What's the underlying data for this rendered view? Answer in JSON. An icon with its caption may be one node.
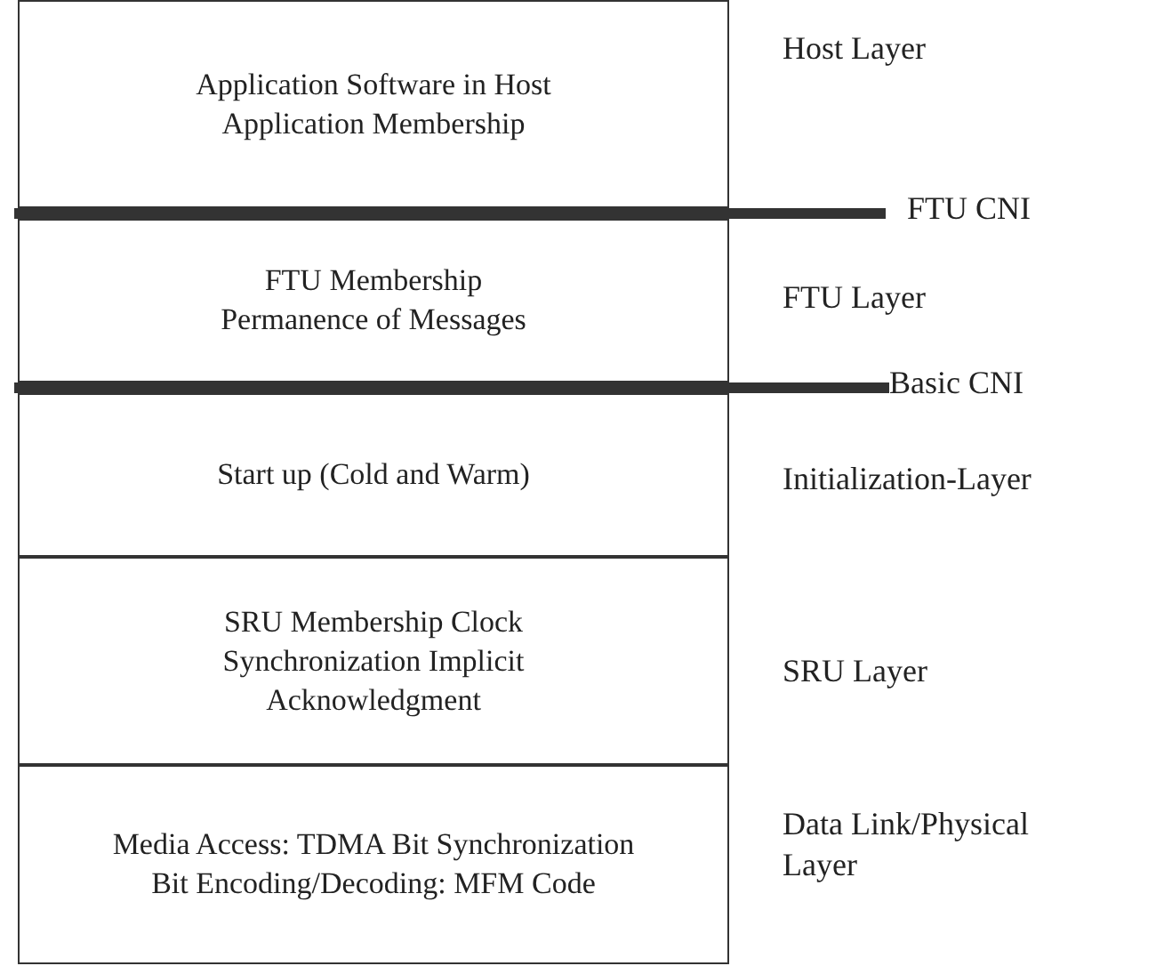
{
  "diagram": {
    "nodes": [
      {
        "text": [
          "Application Software in Host Application Membership"
        ],
        "beside": [
          "Host Layer"
        ]
      },
      {
        "text": [
          "FTU Membership Permanence of Messages"
        ],
        "beside": [
          "FTU Layer"
        ]
      },
      {
        "text": [
          "Start up (Cold and Warm)"
        ],
        "beside": [
          "Initialization-Layer"
        ]
      },
      {
        "text": [
          "SRU Membership Clock Synchronization Implicit Acknowledgment"
        ],
        "beside": [
          "SRU Layer"
        ]
      },
      {
        "text": [
          "Media Access: TDMA Bit Synchronization Bit Encoding/Decoding: MFM Code"
        ],
        "beside": [
          "Data Link/Physical Layer"
        ]
      }
    ],
    "edges": [],
    "labels": [
      "FTU CNI",
      "Basic CNI"
    ]
  }
}
